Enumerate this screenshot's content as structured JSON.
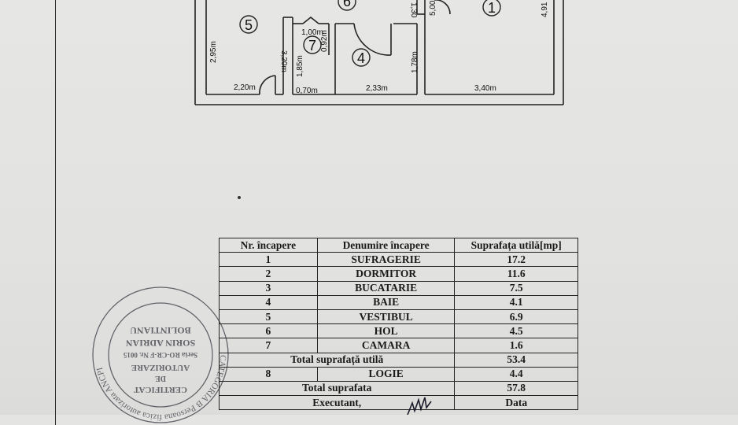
{
  "plan": {
    "room_numbers": [
      "5",
      "6",
      "1",
      "7",
      "4"
    ],
    "dimensions": {
      "d_295": "2,95m",
      "d_320": "3,20m",
      "d_220": "2,20m",
      "d_100": "1,00m",
      "d_092": "0,92m",
      "d_185": "1,85m",
      "d_070": "0,70m",
      "d_233": "2,33m",
      "d_178": "1,78m",
      "d_130": "1,30",
      "d_500": "5,00",
      "d_340": "3,40m",
      "d_491": "4,91"
    }
  },
  "table": {
    "headers": [
      "Nr. încapere",
      "Denumire încapere",
      "Suprafața utilă[mp]"
    ],
    "rows": [
      [
        "1",
        "SUFRAGERIE",
        "17.2"
      ],
      [
        "2",
        "DORMITOR",
        "11.6"
      ],
      [
        "3",
        "BUCATARIE",
        "7.5"
      ],
      [
        "4",
        "BAIE",
        "4.1"
      ],
      [
        "5",
        "VESTIBUL",
        "6.9"
      ],
      [
        "6",
        "HOL",
        "4.5"
      ],
      [
        "7",
        "CAMARA",
        "1.6"
      ]
    ],
    "total_useful_label": "Total suprafață utilă",
    "total_useful_value": "53.4",
    "logie_nr": "8",
    "logie_label": "LOGIE",
    "logie_value": "4.4",
    "total_label": "Total suprafata",
    "total_value": "57.8",
    "executant_label": "Executant,",
    "data_label": "Data"
  },
  "stamp": {
    "outer_text": "CATEGORIA B  Persoana fizica autorizata  ANCPI",
    "line1": "SORIN ADRIAN",
    "line2": "BOLINTIANU",
    "line3": "Seria RO-CR-F  Nr. 0015",
    "line4": "AUTORIZARE",
    "line5": "DE",
    "line6": "CERTIFICAT"
  }
}
